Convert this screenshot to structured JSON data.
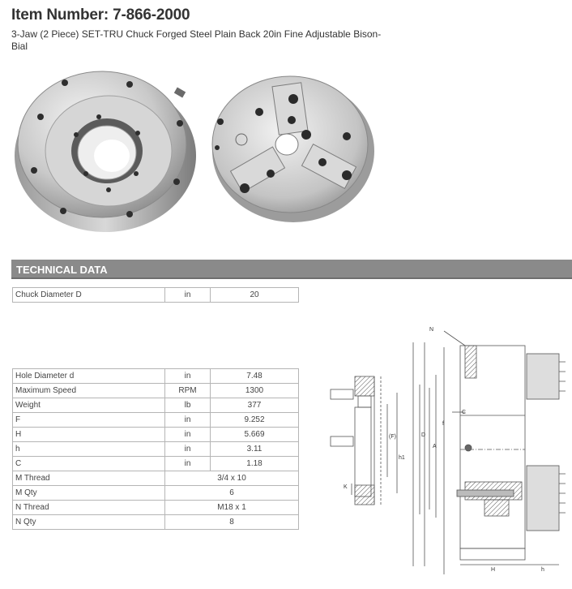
{
  "header": {
    "item_number": "Item Number: 7-866-2000",
    "description": "3-Jaw (2 Piece) SET-TRU Chuck Forged Steel Plain Back 20in Fine Adjustable Bison-Bial"
  },
  "section": {
    "title": "TECHNICAL DATA"
  },
  "table1": [
    {
      "label": "Chuck Diameter D",
      "unit": "in",
      "value": "20"
    }
  ],
  "table2": [
    {
      "label": "Hole Diameter d",
      "unit": "in",
      "value": "7.48"
    },
    {
      "label": "Maximum Speed",
      "unit": "RPM",
      "value": "1300"
    },
    {
      "label": "Weight",
      "unit": "lb",
      "value": "377"
    },
    {
      "label": "F",
      "unit": "in",
      "value": "9.252"
    },
    {
      "label": "H",
      "unit": "in",
      "value": "5.669"
    },
    {
      "label": "h",
      "unit": "in",
      "value": "3.11"
    },
    {
      "label": "C",
      "unit": "in",
      "value": "1.18"
    },
    {
      "label": "M Thread",
      "unit": "",
      "value": "3/4 x 10"
    },
    {
      "label": "M Qty",
      "unit": "",
      "value": "6"
    },
    {
      "label": "N Thread",
      "unit": "",
      "value": "M18 x 1"
    },
    {
      "label": "N Qty",
      "unit": "",
      "value": "8"
    }
  ],
  "drawing_labels": {
    "n": "N",
    "c": "C",
    "f": "(F)",
    "h1": "h1",
    "a": "A",
    "d": "D",
    "fsmall": "f",
    "H": "H",
    "h": "h",
    "k": "K"
  }
}
